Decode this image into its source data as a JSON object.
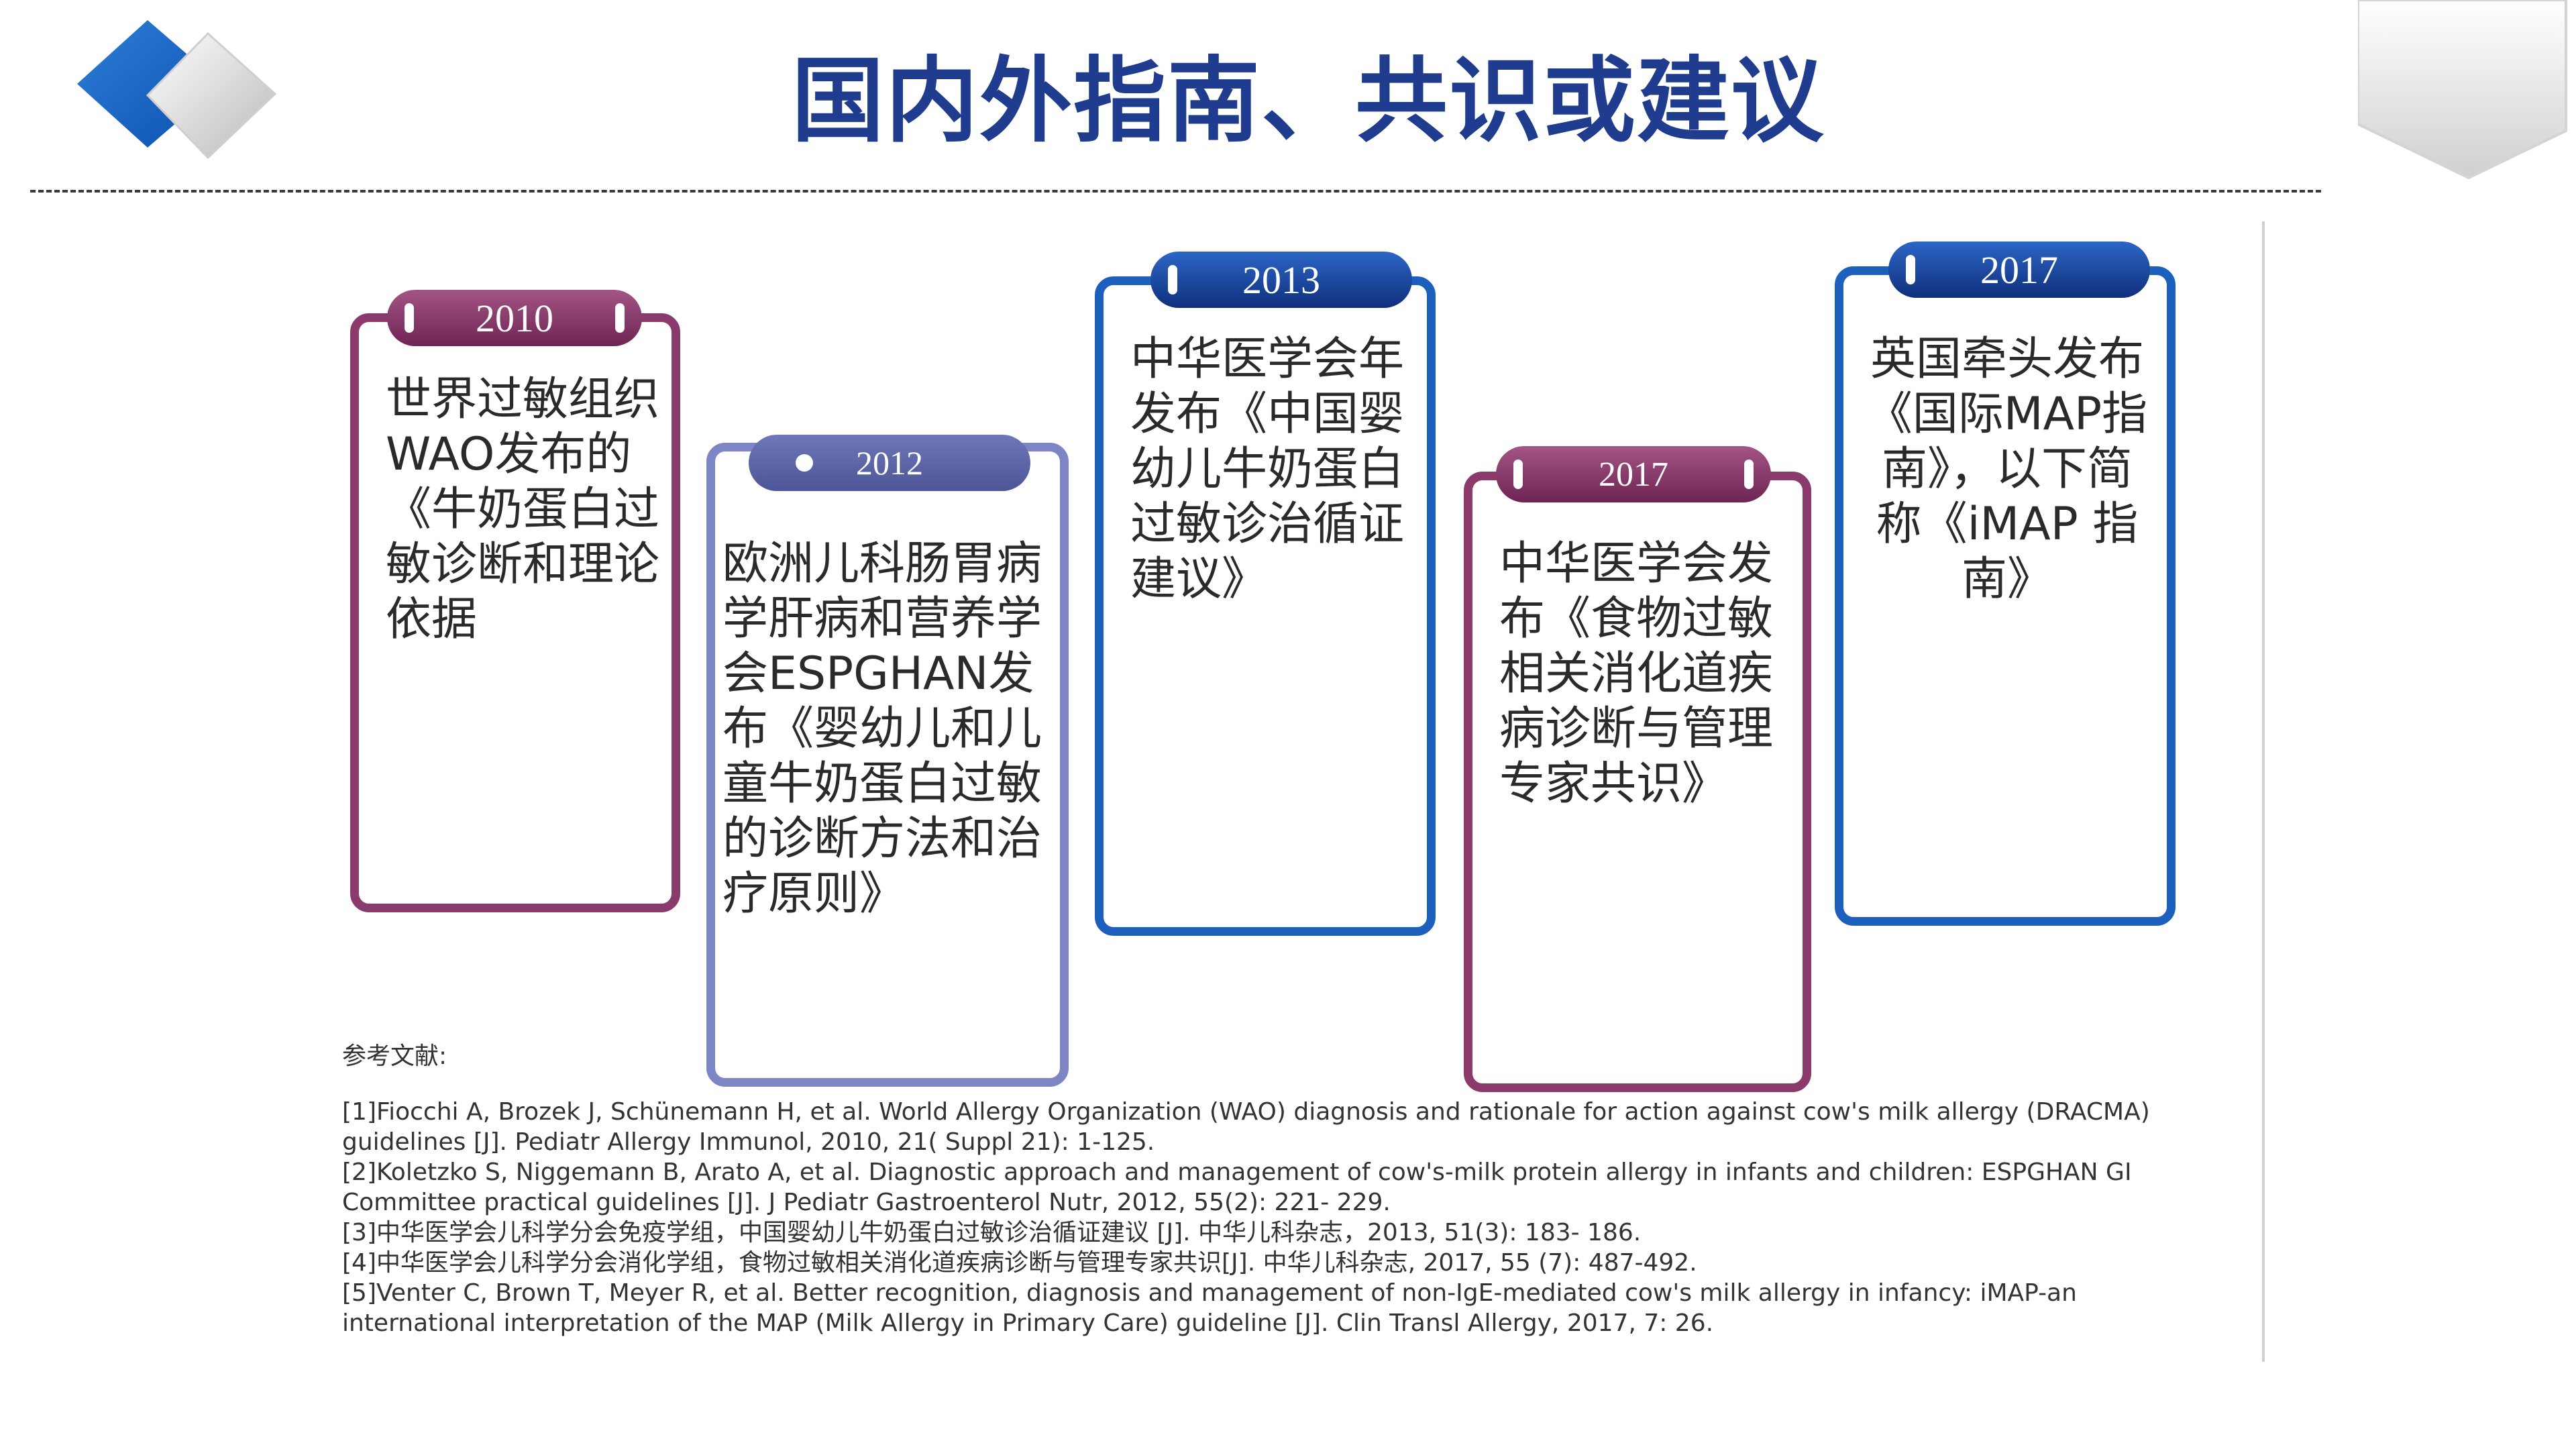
{
  "title": "国内外指南、共识或建议",
  "colors": {
    "title": "#1f3c8f",
    "plum": "#8a3a6b",
    "lavender": "#7d85c4",
    "blue": "#1d5fbd"
  },
  "cards": [
    {
      "year": "2010",
      "text": "世界过敏组织WAO发布的《牛奶蛋白过敏诊断和理论依据"
    },
    {
      "year": "2012",
      "text": "欧洲儿科肠胃病学肝病和营养学会ESPGHAN发布《婴幼儿和儿童牛奶蛋白过敏的诊断方法和治疗原则》"
    },
    {
      "year": "2013",
      "text": "中华医学会年发布《中国婴幼儿牛奶蛋白过敏诊治循证建议》"
    },
    {
      "year": "2017",
      "text": "中华医学会发布《食物过敏相关消化道疾病诊断与管理专家共识》"
    },
    {
      "year": "2017",
      "text": "英国牵头发布《国际MAP指 南》，以下简称《iMAP 指南》"
    }
  ],
  "references": {
    "label": "参考文献:",
    "items": [
      "[1]Fiocchi A, Brozek J, Schünemann H, et al. World Allergy Organization (WAO) diagnosis and rationale for action against cow's milk allergy (DRACMA) guidelines [J]. Pediatr Allergy Immunol, 2010, 21( Suppl 21): 1-125.",
      "[2]Koletzko S, Niggemann B, Arato A, et al. Diagnostic approach and management of cow's-milk protein allergy in infants and children: ESPGHAN GI Committee practical guidelines [J]. J Pediatr Gastroenterol Nutr, 2012, 55(2): 221- 229.",
      "[3]中华医学会儿科学分会免疫学组，中国婴幼儿牛奶蛋白过敏诊治循证建议 [J]. 中华儿科杂志，2013, 51(3): 183- 186.",
      "[4]中华医学会儿科学分会消化学组，食物过敏相关消化道疾病诊断与管理专家共识[J]. 中华儿科杂志, 2017, 55 (7): 487-492.",
      "[5]Venter C, Brown T, Meyer R, et al. Better recognition, diagnosis and management of non-IgE-mediated cow's milk allergy in infancy: iMAP-an international interpretation of the MAP (Milk Allergy in Primary Care) guideline [J]. Clin Transl Allergy, 2017, 7: 26."
    ]
  }
}
